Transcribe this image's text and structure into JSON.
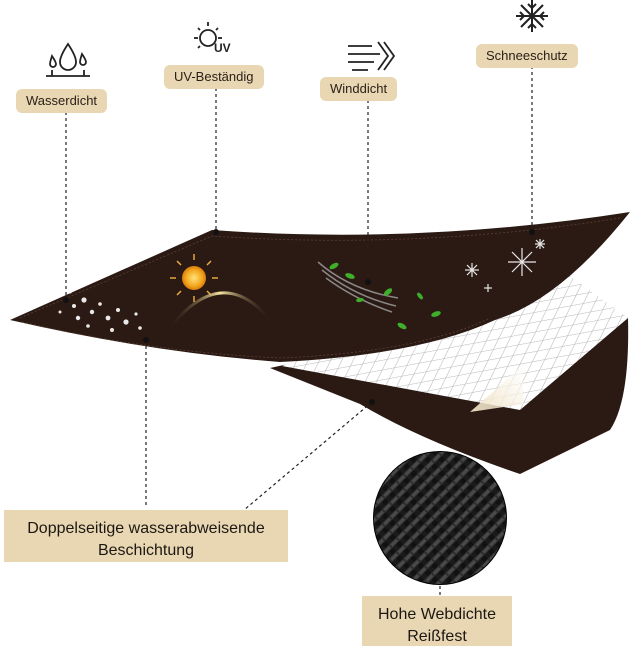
{
  "features": {
    "waterproof": {
      "label": "Wasserdicht",
      "icon": "water-drop-icon"
    },
    "uv": {
      "label": "UV-Beständig",
      "icon": "sun-uv-icon",
      "icon_text": "UV"
    },
    "wind": {
      "label": "Winddicht",
      "icon": "wind-icon"
    },
    "snow": {
      "label": "Schneeschutz",
      "icon": "snowflake-icon"
    }
  },
  "callouts": {
    "coating": {
      "line1": "Doppelseitige wasserabweisende",
      "line2": "Beschichtung"
    },
    "weave": {
      "line1": "Hohe Webdichte",
      "line2": "Reißfest"
    }
  },
  "colors": {
    "fabric": "#2b1a14",
    "label_bg": "#e9d7b4",
    "text": "#1c1712"
  }
}
